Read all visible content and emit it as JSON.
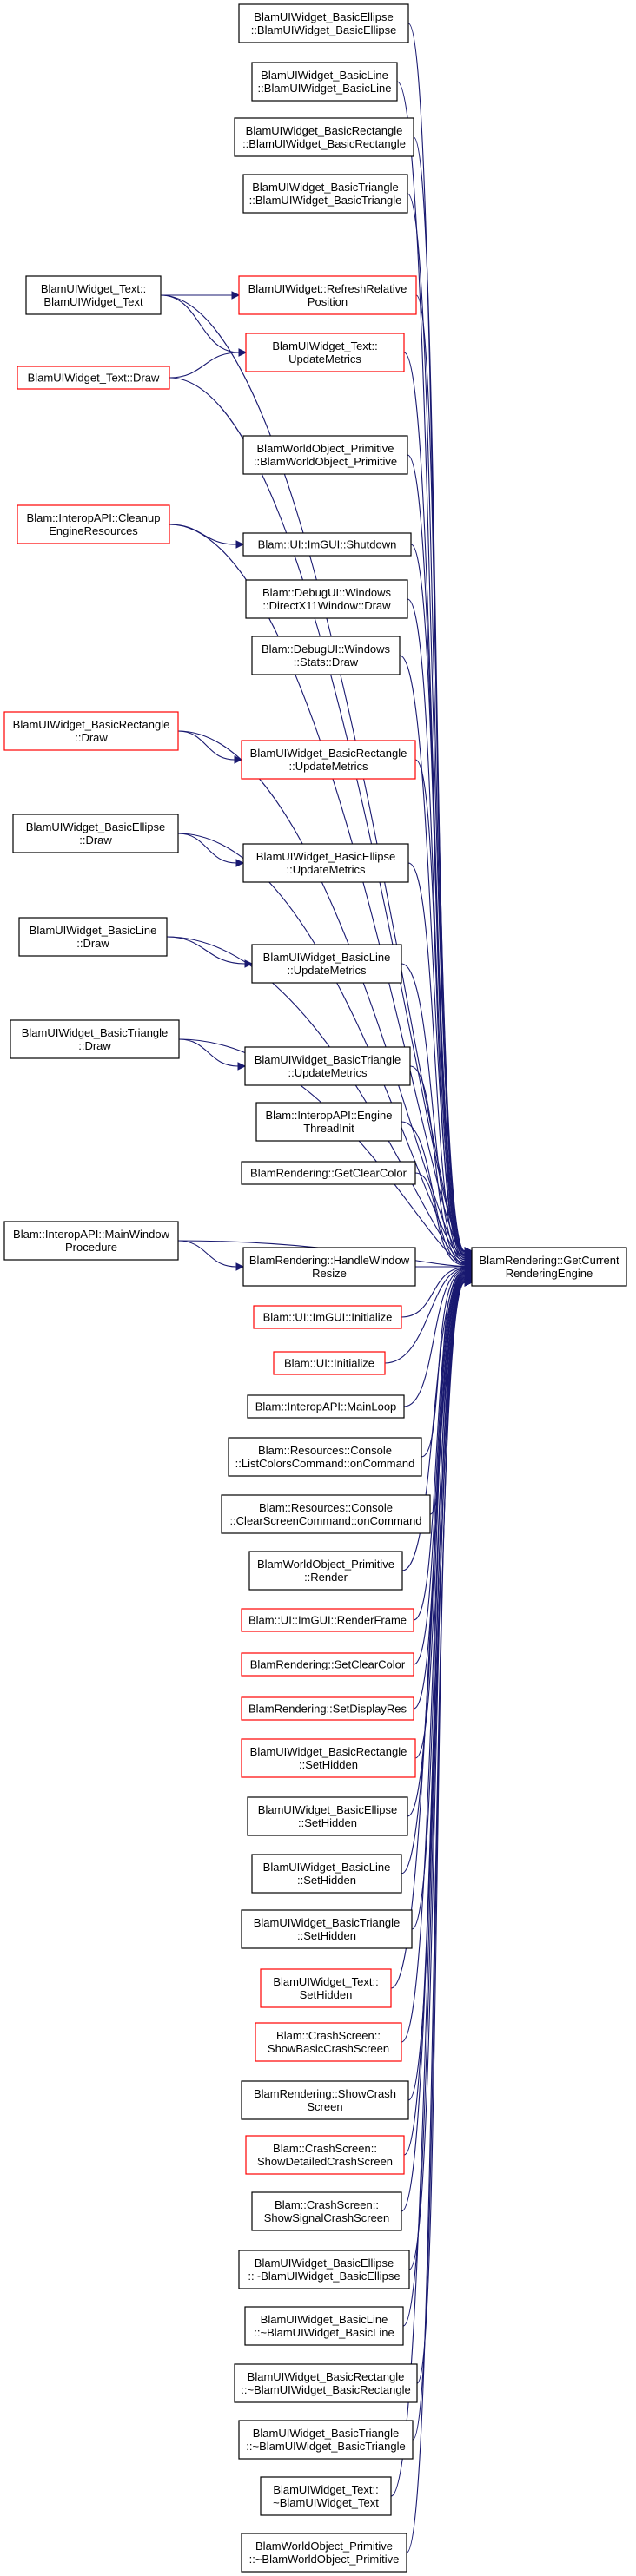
{
  "graph": {
    "title": "",
    "colors": {
      "edge": "#191970",
      "normal_border": "#000000",
      "red_border": "#ff0000",
      "target_fill": "#bfbfbf"
    },
    "target": {
      "id": "target",
      "label": [
        "BlamRendering::GetCurrent",
        "RenderingEngine"
      ],
      "border": "black",
      "fill": "gray"
    },
    "nodes": [
      {
        "id": "n1",
        "label": [
          "BlamUIWidget_BasicEllipse",
          "::BlamUIWidget_BasicEllipse"
        ],
        "border": "black"
      },
      {
        "id": "n2",
        "label": [
          "BlamUIWidget_BasicLine",
          "::BlamUIWidget_BasicLine"
        ],
        "border": "black"
      },
      {
        "id": "n3",
        "label": [
          "BlamUIWidget_BasicRectangle",
          "::BlamUIWidget_BasicRectangle"
        ],
        "border": "black"
      },
      {
        "id": "n4",
        "label": [
          "BlamUIWidget_BasicTriangle",
          "::BlamUIWidget_BasicTriangle"
        ],
        "border": "black"
      },
      {
        "id": "n5",
        "label": [
          "BlamUIWidget_Text::",
          "BlamUIWidget_Text"
        ],
        "border": "black"
      },
      {
        "id": "n6",
        "label": [
          "BlamUIWidget::RefreshRelative",
          "Position"
        ],
        "border": "red"
      },
      {
        "id": "n7",
        "label": [
          "BlamUIWidget_Text::",
          "UpdateMetrics"
        ],
        "border": "red"
      },
      {
        "id": "n8",
        "label": [
          "BlamUIWidget_Text::Draw"
        ],
        "border": "red"
      },
      {
        "id": "n9",
        "label": [
          "BlamWorldObject_Primitive",
          "::BlamWorldObject_Primitive"
        ],
        "border": "black"
      },
      {
        "id": "n10",
        "label": [
          "Blam::InteropAPI::Cleanup",
          "EngineResources"
        ],
        "border": "red"
      },
      {
        "id": "n11",
        "label": [
          "Blam::UI::ImGUI::Shutdown"
        ],
        "border": "black"
      },
      {
        "id": "n12",
        "label": [
          "Blam::DebugUI::Windows",
          "::DirectX11Window::Draw"
        ],
        "border": "black"
      },
      {
        "id": "n13",
        "label": [
          "Blam::DebugUI::Windows",
          "::Stats::Draw"
        ],
        "border": "black"
      },
      {
        "id": "n14",
        "label": [
          "BlamUIWidget_BasicRectangle",
          "::Draw"
        ],
        "border": "red"
      },
      {
        "id": "n15",
        "label": [
          "BlamUIWidget_BasicRectangle",
          "::UpdateMetrics"
        ],
        "border": "red"
      },
      {
        "id": "n16",
        "label": [
          "BlamUIWidget_BasicEllipse",
          "::Draw"
        ],
        "border": "black"
      },
      {
        "id": "n17",
        "label": [
          "BlamUIWidget_BasicEllipse",
          "::UpdateMetrics"
        ],
        "border": "black"
      },
      {
        "id": "n18",
        "label": [
          "BlamUIWidget_BasicLine",
          "::Draw"
        ],
        "border": "black"
      },
      {
        "id": "n19",
        "label": [
          "BlamUIWidget_BasicLine",
          "::UpdateMetrics"
        ],
        "border": "black"
      },
      {
        "id": "n20",
        "label": [
          "BlamUIWidget_BasicTriangle",
          "::Draw"
        ],
        "border": "black"
      },
      {
        "id": "n21",
        "label": [
          "BlamUIWidget_BasicTriangle",
          "::UpdateMetrics"
        ],
        "border": "black"
      },
      {
        "id": "n22",
        "label": [
          "Blam::InteropAPI::Engine",
          "ThreadInit"
        ],
        "border": "black"
      },
      {
        "id": "n23",
        "label": [
          "BlamRendering::GetClearColor"
        ],
        "border": "black"
      },
      {
        "id": "n24",
        "label": [
          "Blam::InteropAPI::MainWindow",
          "Procedure"
        ],
        "border": "black"
      },
      {
        "id": "n25",
        "label": [
          "BlamRendering::HandleWindow",
          "Resize"
        ],
        "border": "black"
      },
      {
        "id": "n26",
        "label": [
          "Blam::UI::ImGUI::Initialize"
        ],
        "border": "red"
      },
      {
        "id": "n27",
        "label": [
          "Blam::UI::Initialize"
        ],
        "border": "red"
      },
      {
        "id": "n28",
        "label": [
          "Blam::InteropAPI::MainLoop"
        ],
        "border": "black"
      },
      {
        "id": "n29",
        "label": [
          "Blam::Resources::Console",
          "::ListColorsCommand::onCommand"
        ],
        "border": "black"
      },
      {
        "id": "n30",
        "label": [
          "Blam::Resources::Console",
          "::ClearScreenCommand::onCommand"
        ],
        "border": "black"
      },
      {
        "id": "n31",
        "label": [
          "BlamWorldObject_Primitive",
          "::Render"
        ],
        "border": "black"
      },
      {
        "id": "n32",
        "label": [
          "Blam::UI::ImGUI::RenderFrame"
        ],
        "border": "red"
      },
      {
        "id": "n33",
        "label": [
          "BlamRendering::SetClearColor"
        ],
        "border": "red"
      },
      {
        "id": "n34",
        "label": [
          "BlamRendering::SetDisplayRes"
        ],
        "border": "red"
      },
      {
        "id": "n35",
        "label": [
          "BlamUIWidget_BasicRectangle",
          "::SetHidden"
        ],
        "border": "red"
      },
      {
        "id": "n36",
        "label": [
          "BlamUIWidget_BasicEllipse",
          "::SetHidden"
        ],
        "border": "black"
      },
      {
        "id": "n37",
        "label": [
          "BlamUIWidget_BasicLine",
          "::SetHidden"
        ],
        "border": "black"
      },
      {
        "id": "n38",
        "label": [
          "BlamUIWidget_BasicTriangle",
          "::SetHidden"
        ],
        "border": "black"
      },
      {
        "id": "n39",
        "label": [
          "BlamUIWidget_Text::",
          "SetHidden"
        ],
        "border": "red"
      },
      {
        "id": "n40",
        "label": [
          "Blam::CrashScreen::",
          "ShowBasicCrashScreen"
        ],
        "border": "red"
      },
      {
        "id": "n41",
        "label": [
          "BlamRendering::ShowCrash",
          "Screen"
        ],
        "border": "black"
      },
      {
        "id": "n42",
        "label": [
          "Blam::CrashScreen::",
          "ShowDetailedCrashScreen"
        ],
        "border": "red"
      },
      {
        "id": "n43",
        "label": [
          "Blam::CrashScreen::",
          "ShowSignalCrashScreen"
        ],
        "border": "black"
      },
      {
        "id": "n44",
        "label": [
          "BlamUIWidget_BasicEllipse",
          "::~BlamUIWidget_BasicEllipse"
        ],
        "border": "black"
      },
      {
        "id": "n45",
        "label": [
          "BlamUIWidget_BasicLine",
          "::~BlamUIWidget_BasicLine"
        ],
        "border": "black"
      },
      {
        "id": "n46",
        "label": [
          "BlamUIWidget_BasicRectangle",
          "::~BlamUIWidget_BasicRectangle"
        ],
        "border": "black"
      },
      {
        "id": "n47",
        "label": [
          "BlamUIWidget_BasicTriangle",
          "::~BlamUIWidget_BasicTriangle"
        ],
        "border": "black"
      },
      {
        "id": "n48",
        "label": [
          "BlamUIWidget_Text::",
          "~BlamUIWidget_Text"
        ],
        "border": "black"
      },
      {
        "id": "n49",
        "label": [
          "BlamWorldObject_Primitive",
          "::~BlamWorldObject_Primitive"
        ],
        "border": "black"
      }
    ],
    "edges": [
      {
        "from": "n1",
        "to": "target"
      },
      {
        "from": "n2",
        "to": "target"
      },
      {
        "from": "n3",
        "to": "target"
      },
      {
        "from": "n4",
        "to": "target"
      },
      {
        "from": "n5",
        "to": "target"
      },
      {
        "from": "n5",
        "to": "n6"
      },
      {
        "from": "n5",
        "to": "n7"
      },
      {
        "from": "n6",
        "to": "target"
      },
      {
        "from": "n7",
        "to": "target"
      },
      {
        "from": "n8",
        "to": "target"
      },
      {
        "from": "n8",
        "to": "n7"
      },
      {
        "from": "n9",
        "to": "target"
      },
      {
        "from": "n10",
        "to": "target"
      },
      {
        "from": "n10",
        "to": "n11"
      },
      {
        "from": "n11",
        "to": "target"
      },
      {
        "from": "n12",
        "to": "target"
      },
      {
        "from": "n13",
        "to": "target"
      },
      {
        "from": "n14",
        "to": "target"
      },
      {
        "from": "n14",
        "to": "n15"
      },
      {
        "from": "n15",
        "to": "target"
      },
      {
        "from": "n16",
        "to": "target"
      },
      {
        "from": "n16",
        "to": "n17"
      },
      {
        "from": "n17",
        "to": "target"
      },
      {
        "from": "n18",
        "to": "target"
      },
      {
        "from": "n18",
        "to": "n19"
      },
      {
        "from": "n19",
        "to": "target"
      },
      {
        "from": "n20",
        "to": "target"
      },
      {
        "from": "n20",
        "to": "n21"
      },
      {
        "from": "n21",
        "to": "target"
      },
      {
        "from": "n22",
        "to": "target"
      },
      {
        "from": "n23",
        "to": "target"
      },
      {
        "from": "n24",
        "to": "target"
      },
      {
        "from": "n24",
        "to": "n25"
      },
      {
        "from": "n25",
        "to": "target"
      },
      {
        "from": "n26",
        "to": "target"
      },
      {
        "from": "n27",
        "to": "target"
      },
      {
        "from": "n28",
        "to": "target"
      },
      {
        "from": "n29",
        "to": "target"
      },
      {
        "from": "n30",
        "to": "target"
      },
      {
        "from": "n31",
        "to": "target"
      },
      {
        "from": "n32",
        "to": "target"
      },
      {
        "from": "n33",
        "to": "target"
      },
      {
        "from": "n34",
        "to": "target"
      },
      {
        "from": "n35",
        "to": "target"
      },
      {
        "from": "n36",
        "to": "target"
      },
      {
        "from": "n37",
        "to": "target"
      },
      {
        "from": "n38",
        "to": "target"
      },
      {
        "from": "n39",
        "to": "target"
      },
      {
        "from": "n40",
        "to": "target"
      },
      {
        "from": "n41",
        "to": "target"
      },
      {
        "from": "n42",
        "to": "target"
      },
      {
        "from": "n43",
        "to": "target"
      },
      {
        "from": "n44",
        "to": "target"
      },
      {
        "from": "n45",
        "to": "target"
      },
      {
        "from": "n46",
        "to": "target"
      },
      {
        "from": "n47",
        "to": "target"
      },
      {
        "from": "n48",
        "to": "target"
      },
      {
        "from": "n49",
        "to": "target"
      }
    ]
  }
}
